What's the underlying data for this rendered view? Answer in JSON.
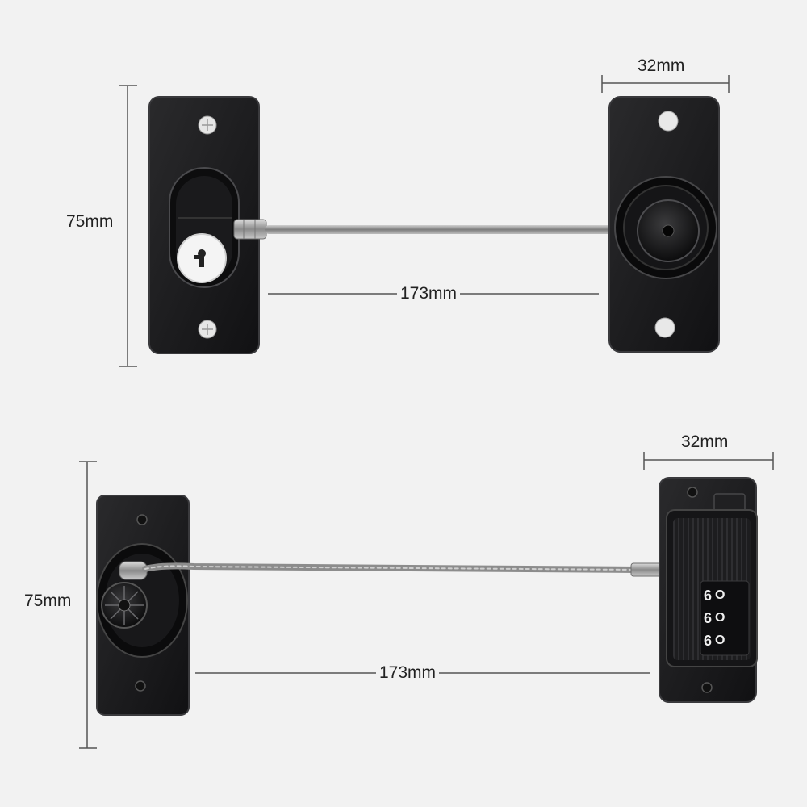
{
  "colors": {
    "background": "#f2f2f2",
    "plate": "#1c1c1e",
    "plate_edge": "#3a3a3d",
    "cable": "#9a9a9a",
    "screw": "#e6e6e6",
    "dimension_line": "#555555"
  },
  "top_lock": {
    "height_label": "75mm",
    "width_label": "32mm",
    "cable_length_label": "173mm",
    "lock_type": "key-lock-icon"
  },
  "bottom_lock": {
    "height_label": "75mm",
    "width_label": "32mm",
    "cable_length_label": "173mm",
    "lock_type": "combination-lock-icon",
    "dial_digits": [
      "6",
      "6",
      "6"
    ],
    "dial_mark": "O"
  }
}
